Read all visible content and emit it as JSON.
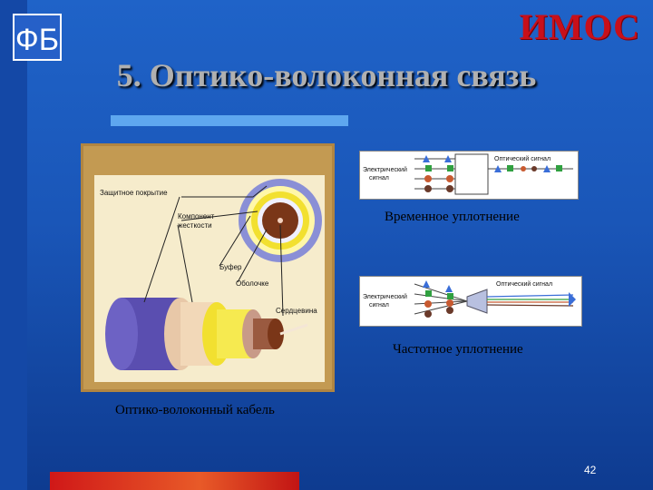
{
  "header": {
    "brand": "ИМОС",
    "logo_text": "ФБ",
    "title": "5. Оптико-волоконная связь"
  },
  "cable_diagram": {
    "labels": {
      "coating": "Защитное покрытие",
      "strength_component_1": "Компонент",
      "strength_component_2": "жесткости",
      "buffer": "Буфер",
      "cladding": "Оболочке",
      "core": "Сердцевина"
    },
    "caption": "Оптико-волоконный кабель"
  },
  "tdm_diagram": {
    "electrical_label_1": "Электрический",
    "electrical_label_2": "сигнал",
    "optical_label": "Оптический сигнал",
    "caption": "Временное уплотнение"
  },
  "fdm_diagram": {
    "electrical_label_1": "Электрический",
    "electrical_label_2": "сигнал",
    "optical_label": "Оптический сигнал",
    "caption": "Частотное уплотнение"
  },
  "footer": {
    "page_number": "42"
  },
  "colors": {
    "brand": "#c8101a",
    "title": "#b0b0b0",
    "accent_bar": "#5ea7ef",
    "footer_bar": "#d01818"
  }
}
